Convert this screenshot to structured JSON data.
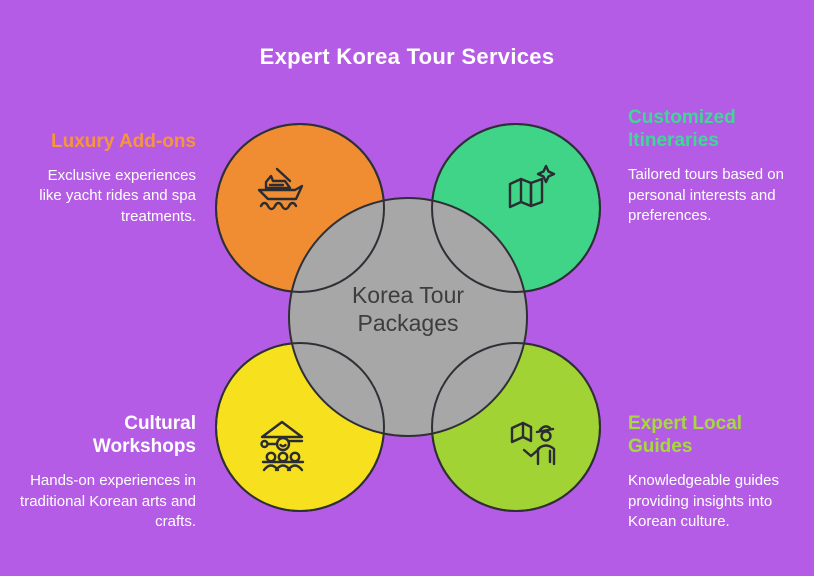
{
  "title": "Expert Korea Tour Services",
  "center": {
    "label": "Korea Tour Packages",
    "circle_color": "#a7a7a7"
  },
  "colors": {
    "background": "#b55ce6",
    "outline": "#2f3036",
    "title_text": "#ffffff",
    "body_text": "#ffffff",
    "center_text": "#3d3d3d"
  },
  "nodes": [
    {
      "id": "luxury-add-ons",
      "heading": "Luxury Add-ons",
      "description": "Exclusive experiences like yacht rides and spa treatments.",
      "heading_color": "#f5953e",
      "circle_color": "#f08d33",
      "icon": "yacht-icon"
    },
    {
      "id": "customized-itineraries",
      "heading": "Customized Itineraries",
      "description": "Tailored tours based on personal interests and preferences.",
      "heading_color": "#3fd795",
      "circle_color": "#3fd488",
      "icon": "map-sparkle-icon"
    },
    {
      "id": "cultural-workshops",
      "heading": "Cultural Workshops",
      "description": "Hands-on experiences in traditional Korean arts and crafts.",
      "heading_color": "#ffffff",
      "circle_color": "#f7e01e",
      "icon": "workshop-people-icon"
    },
    {
      "id": "expert-local-guides",
      "heading": "Expert Local Guides",
      "description": "Knowledgeable guides providing insights into Korean culture.",
      "heading_color": "#a6d93c",
      "circle_color": "#a2d334",
      "icon": "tour-guide-icon"
    }
  ]
}
